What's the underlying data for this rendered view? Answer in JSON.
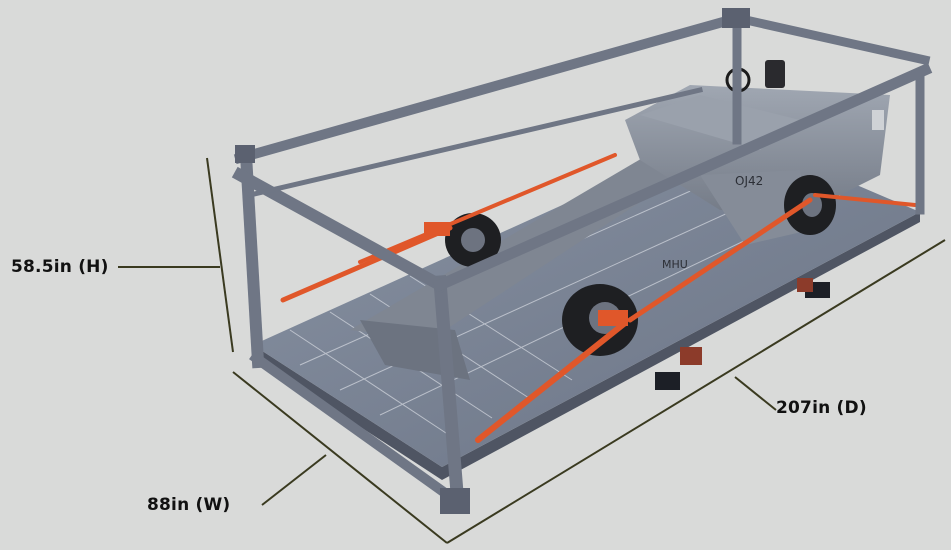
{
  "labels": {
    "height": "58.5in (H)",
    "depth": "207in (D)",
    "width": "88in (W)"
  },
  "vehicle_markings": {
    "hood": "OJ42",
    "side": "MHU"
  },
  "colors": {
    "background": "#d9dad9",
    "frame": "#6f7685",
    "deck": "#7b8596",
    "vehicle": "#8a919c",
    "strap": "#e0572a",
    "dimension_line": "#3a3a20",
    "label_text": "#111111"
  }
}
